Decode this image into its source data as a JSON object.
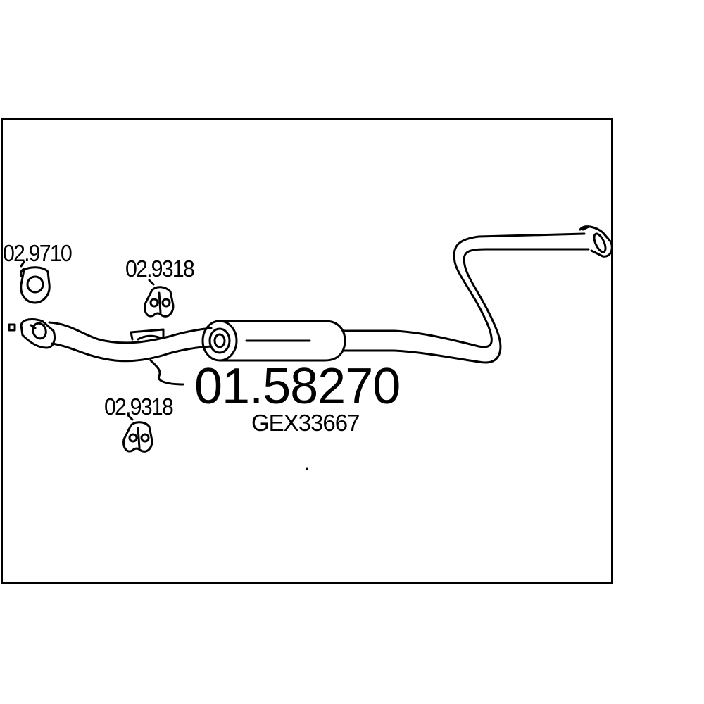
{
  "diagram": {
    "main_part_number": "01.58270",
    "oe_reference": "GEX33667",
    "accessories": [
      {
        "part_number": "02.9710",
        "kind": "flange gasket"
      },
      {
        "part_number": "02.9318",
        "kind": "rubber hanger"
      },
      {
        "part_number": "02.9318",
        "kind": "rubber hanger"
      }
    ]
  }
}
